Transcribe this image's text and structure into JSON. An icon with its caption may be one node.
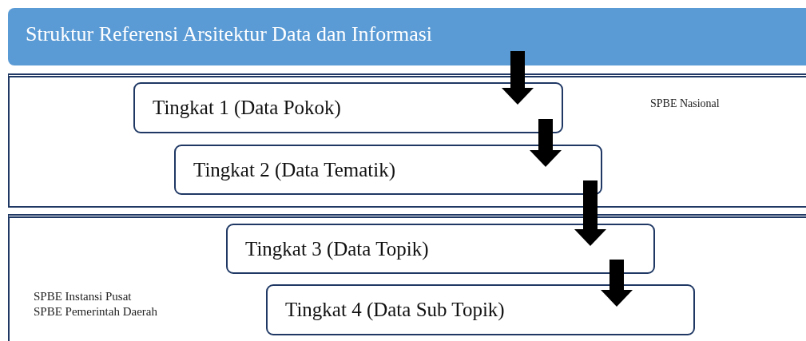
{
  "diagram": {
    "nodes": [
      {
        "text": [
          "Struktur Referensi Arsitektur Data dan Informasi"
        ]
      },
      {
        "text": [
          "SPBE Nasional"
        ]
      },
      {
        "text": [
          "Tingkat 1 (Data Pokok)"
        ],
        "in": 1
      },
      {
        "text": [
          "Tingkat 2 (Data Tematik)"
        ],
        "in": 1
      },
      {
        "text": [
          "SPBE Instansi Pusat",
          "SPBE Pemerintah Daerah"
        ]
      },
      {
        "text": [
          "Tingkat 3 (Data Topik)"
        ],
        "in": 4
      },
      {
        "text": [
          "Tingkat 4 (Data Sub Topik)"
        ],
        "in": 4
      }
    ],
    "edges": [
      {
        "from": 0,
        "to": 2,
        "arrow": "to"
      },
      {
        "from": 2,
        "to": 3,
        "arrow": "to"
      },
      {
        "from": 3,
        "to": 5,
        "arrow": "to"
      },
      {
        "from": 5,
        "to": 6,
        "arrow": "to"
      }
    ]
  }
}
